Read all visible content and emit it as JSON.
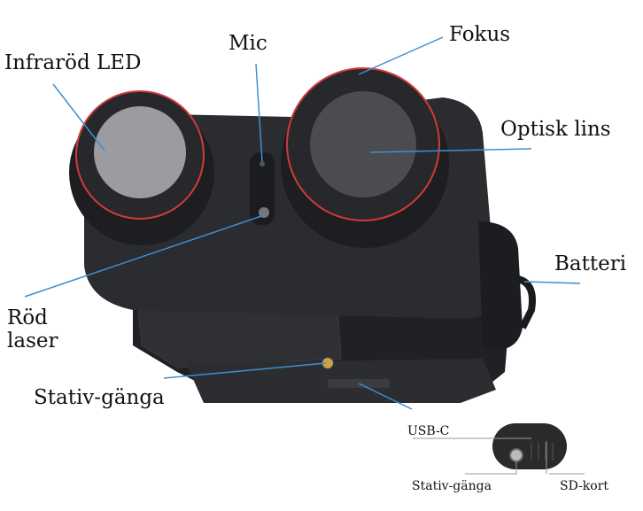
{
  "labels": {
    "infrared_led": "Infraröd LED",
    "mic": "Mic",
    "focus": "Fokus",
    "optical_lens": "Optisk lins",
    "battery": "Batteri",
    "red_laser_line1": "Röd",
    "red_laser_line2": "laser",
    "tripod_thread": "Stativ-gänga"
  },
  "inset": {
    "usb_c": "USB-C",
    "tripod_thread": "Stativ-gänga",
    "sd_card": "SD-kort"
  },
  "colors": {
    "leader_line": "#3d8fd1",
    "body": "#2a2c30",
    "lens_ring": "#d23a3a"
  }
}
